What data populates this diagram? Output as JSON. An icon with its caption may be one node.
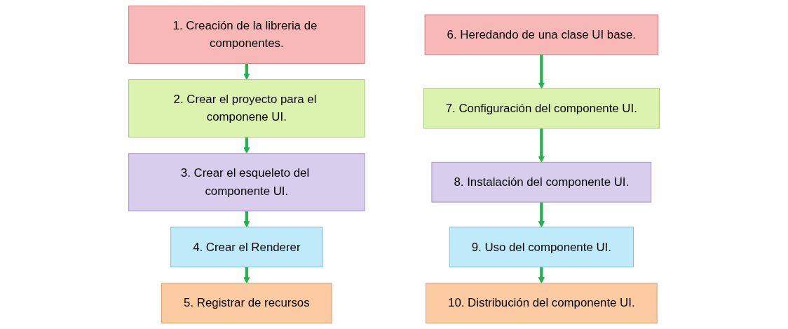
{
  "diagram": {
    "nodes": [
      {
        "text": [
          "1. Creación de la libreria de componentes."
        ]
      },
      {
        "text": [
          "2. Crear el proyecto para el componene UI."
        ]
      },
      {
        "text": [
          "3. Crear el esqueleto del componente UI."
        ]
      },
      {
        "text": [
          "4. Crear el Renderer"
        ]
      },
      {
        "text": [
          "5. Registrar de recursos"
        ]
      },
      {
        "text": [
          "6. Heredando de una clase UI base."
        ]
      },
      {
        "text": [
          "7. Configuración del componente UI."
        ]
      },
      {
        "text": [
          "8. Instalación del componente UI."
        ]
      },
      {
        "text": [
          "9. Uso del componente UI."
        ]
      },
      {
        "text": [
          "10. Distribución del componente UI."
        ]
      }
    ],
    "edges": [
      {
        "from": 0,
        "to": 1,
        "arrow": "to"
      },
      {
        "from": 1,
        "to": 2,
        "arrow": "to"
      },
      {
        "from": 2,
        "to": 3,
        "arrow": "to"
      },
      {
        "from": 3,
        "to": 4,
        "arrow": "to"
      },
      {
        "from": 5,
        "to": 6,
        "arrow": "to"
      },
      {
        "from": 6,
        "to": 7,
        "arrow": "to"
      },
      {
        "from": 7,
        "to": 8,
        "arrow": "to"
      },
      {
        "from": 8,
        "to": 9,
        "arrow": "to"
      }
    ]
  }
}
